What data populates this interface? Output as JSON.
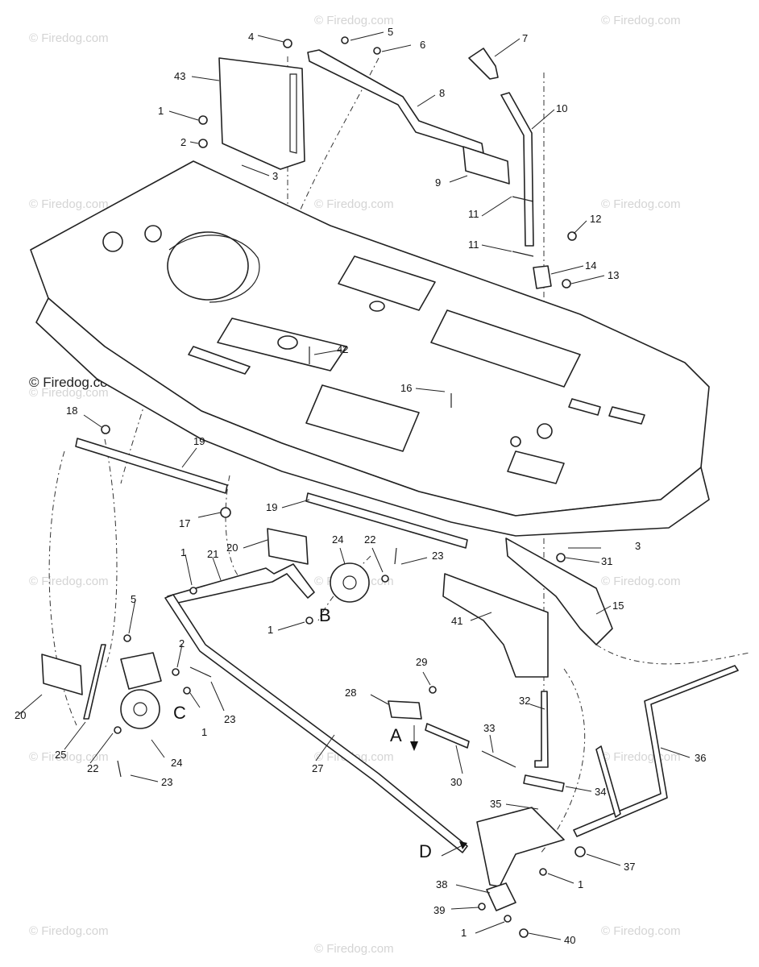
{
  "copyright": "© Firedog.com",
  "watermark": "© Firedog.com",
  "section_labels": [
    "A",
    "B",
    "C",
    "D"
  ],
  "callouts": [
    "1",
    "2",
    "3",
    "4",
    "5",
    "6",
    "7",
    "8",
    "9",
    "10",
    "11",
    "12",
    "13",
    "14",
    "15",
    "16",
    "17",
    "18",
    "19",
    "20",
    "21",
    "22",
    "23",
    "24",
    "25",
    "27",
    "28",
    "29",
    "30",
    "31",
    "32",
    "33",
    "34",
    "35",
    "36",
    "37",
    "38",
    "39",
    "40",
    "41",
    "42",
    "43"
  ]
}
